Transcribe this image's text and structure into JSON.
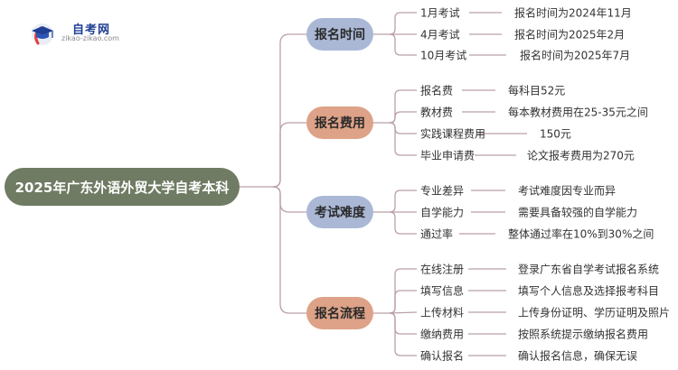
{
  "logo": {
    "title": "自考网",
    "url": "zikao-zikao.com",
    "icon": "graduation-cap-icon"
  },
  "colors": {
    "root": "#6f7b63",
    "branch_blue": "#aab8d6",
    "branch_salmon": "#dda287",
    "line": "#b9a0a6"
  },
  "diagram": {
    "root": "2025年广东外语外贸大学自考本科",
    "branches": [
      {
        "label": "报名时间",
        "color": "blue",
        "items": [
          {
            "label": "1月考试",
            "value": "报名时间为2024年11月"
          },
          {
            "label": "4月考试",
            "value": "报名时间为2025年2月"
          },
          {
            "label": "10月考试",
            "value": "报名时间为2025年7月"
          }
        ]
      },
      {
        "label": "报名费用",
        "color": "salmon",
        "items": [
          {
            "label": "报名费",
            "value": "每科目52元"
          },
          {
            "label": "教材费",
            "value": "每本教材费用在25-35元之间"
          },
          {
            "label": "实践课程费用",
            "value": "150元"
          },
          {
            "label": "毕业申请费",
            "value": "论文报考费用为270元"
          }
        ]
      },
      {
        "label": "考试难度",
        "color": "blue",
        "items": [
          {
            "label": "专业差异",
            "value": "考试难度因专业而异"
          },
          {
            "label": "自学能力",
            "value": "需要具备较强的自学能力"
          },
          {
            "label": "通过率",
            "value": "整体通过率在10%到30%之间"
          }
        ]
      },
      {
        "label": "报名流程",
        "color": "salmon",
        "items": [
          {
            "label": "在线注册",
            "value": "登录广东省自学考试报名系统"
          },
          {
            "label": "填写信息",
            "value": "填写个人信息及选择报考科目"
          },
          {
            "label": "上传材料",
            "value": "上传身份证明、学历证明及照片"
          },
          {
            "label": "缴纳费用",
            "value": "按照系统提示缴纳报名费用"
          },
          {
            "label": "确认报名",
            "value": "确认报名信息，确保无误"
          }
        ]
      }
    ]
  }
}
